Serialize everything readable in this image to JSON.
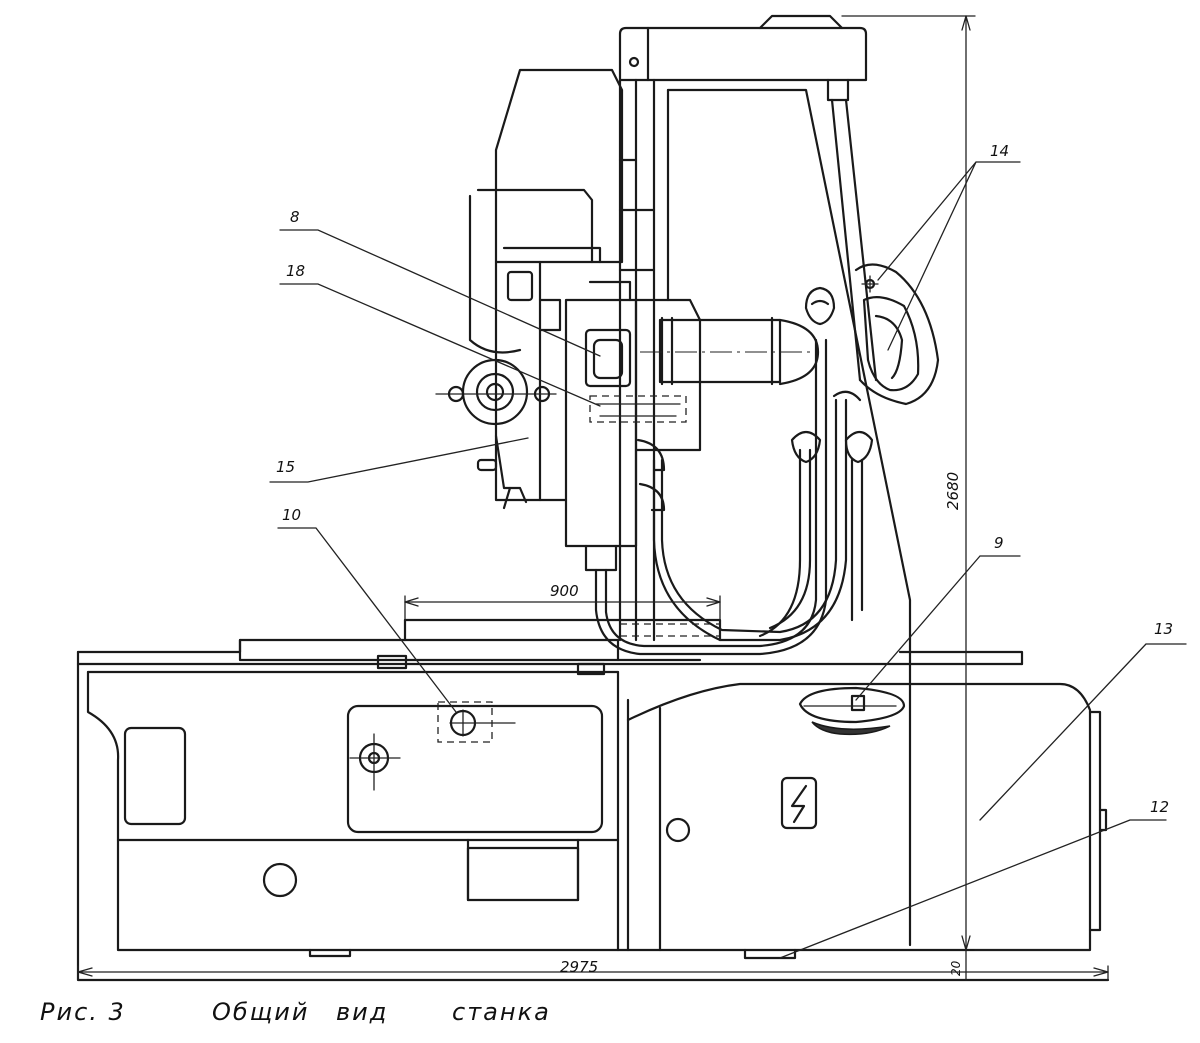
{
  "callouts": [
    "8",
    "18",
    "14",
    "15",
    "10",
    "9",
    "13",
    "12"
  ],
  "dimensions": {
    "table_travel": "900",
    "overall_height": "2680",
    "overall_length": "2975",
    "base_offset": "20"
  },
  "caption": {
    "figure": "Рис. 3",
    "words": [
      "Общий",
      "вид",
      "станка"
    ]
  },
  "colors": {
    "ink": "#1a1a1a",
    "paper": "#ffffff"
  }
}
